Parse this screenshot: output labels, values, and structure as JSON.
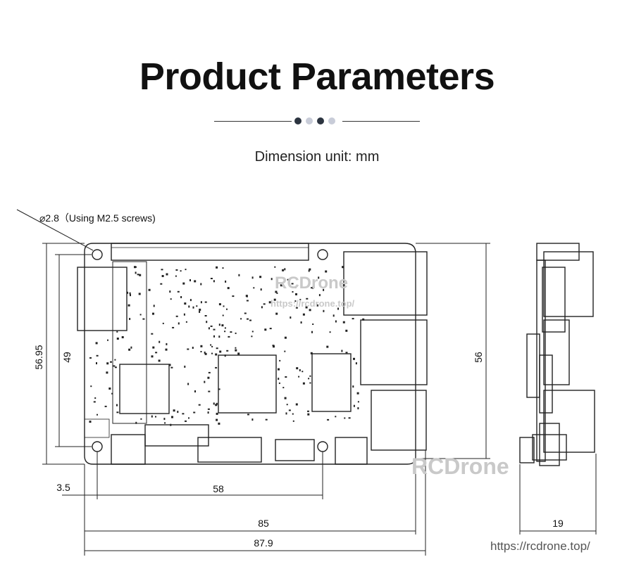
{
  "header": {
    "title": "Product Parameters",
    "subtitle": "Dimension unit: mm"
  },
  "colors": {
    "dot_dark": "#2c3440",
    "dot_light": "#c8ccd8",
    "line": "#222222",
    "watermark": "#c9c9c9"
  },
  "drawing": {
    "hole_note": "⌀2.8（Using M2.5 screws)",
    "dimensions": {
      "height_total": "56.95",
      "hole_spacing_vertical": "49",
      "height_board": "56",
      "hole_offset": "3.5",
      "hole_spacing_horizontal": "58",
      "width_board": "85",
      "width_total": "87.9",
      "thickness": "19"
    },
    "watermark": {
      "brand": "RCDrone",
      "url_small": "https://rcdrone.top/",
      "brand_large": "RCDrone",
      "url_footer": "https://rcdrone.top/"
    }
  }
}
